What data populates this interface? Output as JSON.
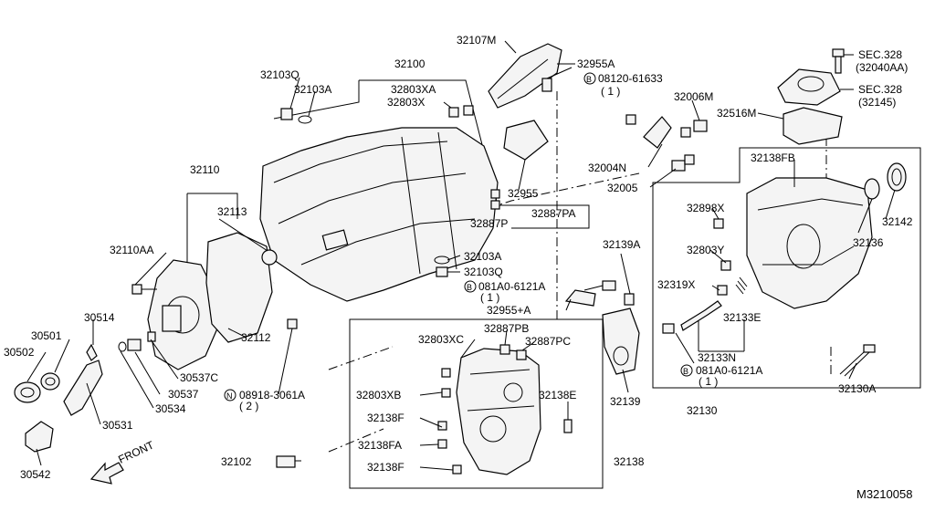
{
  "diagram": {
    "code": "M3210058",
    "front_label": "FRONT",
    "labels": {
      "p32107M": "32107M",
      "p32955A": "32955A",
      "p08120": "08120-61633",
      "p08120q": "( 1 )",
      "p32100": "32100",
      "p32103Q_top": "32103Q",
      "p32103A_top": "32103A",
      "p32803XA": "32803XA",
      "p32803X": "32803X",
      "p32006M": "32006M",
      "p32516M": "32516M",
      "sec328a": "SEC.328",
      "sec328a2": "(32040AA)",
      "sec328b": "SEC.328",
      "sec328b2": "(32145)",
      "p32004N": "32004N",
      "p32005": "32005",
      "p32955": "32955",
      "p32887PA": "32887PA",
      "p32887P": "32887P",
      "p32138FB": "32138FB",
      "p32142": "32142",
      "p32136": "32136",
      "p32898X": "32898X",
      "p32803Y": "32803Y",
      "p32110": "32110",
      "p32113": "32113",
      "p32110AA": "32110AA",
      "p32103A_mid": "32103A",
      "p32103Q_mid": "32103Q",
      "p081A0a": "081A0-6121A",
      "p081A0aq": "( 1 )",
      "p32955A2": "32955+A",
      "p32139A": "32139A",
      "p32319X": "32319X",
      "p32133E": "32133E",
      "p32133N": "32133N",
      "p081A0b": "081A0-6121A",
      "p081A0bq": "( 1 )",
      "p32130": "32130",
      "p32130A": "32130A",
      "p30514": "30514",
      "p30501": "30501",
      "p30502": "30502",
      "p30537C": "30537C",
      "p30537": "30537",
      "p30534": "30534",
      "p30531": "30531",
      "p30542": "30542",
      "p32112": "32112",
      "p08918": "08918-3061A",
      "p08918q": "( 2 )",
      "p32803XC": "32803XC",
      "p32887PB": "32887PB",
      "p32887PC": "32887PC",
      "p32803XB": "32803XB",
      "p32138E": "32138E",
      "p32138F_a": "32138F",
      "p32138FA": "32138FA",
      "p32138F_b": "32138F",
      "p32139": "32139",
      "p32138": "32138",
      "p32102": "32102"
    },
    "prefix_B": "B",
    "prefix_N": "N"
  }
}
